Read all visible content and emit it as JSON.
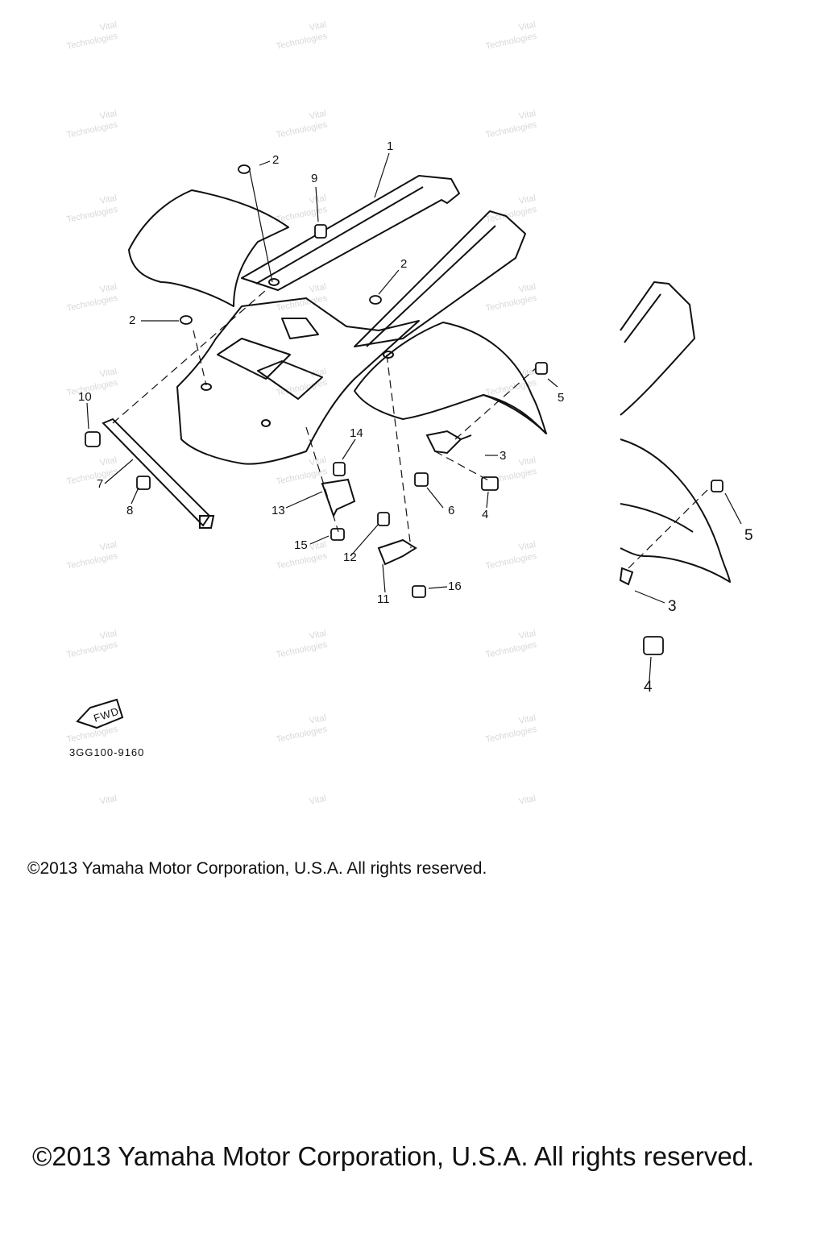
{
  "diagram": {
    "part_numbers": [
      "1",
      "2",
      "3",
      "4",
      "5",
      "6",
      "7",
      "8",
      "9",
      "10",
      "11",
      "12",
      "13",
      "14",
      "15",
      "16"
    ],
    "detail_labels": [
      "5",
      "3",
      "4"
    ],
    "drawing_code": "3GG100-9160",
    "fwd_label": "FWD"
  },
  "watermark": {
    "line1": "Vital",
    "line2": "Technologies"
  },
  "copyright_small": "©2013 Yamaha Motor Corporation, U.S.A. All rights reserved.",
  "copyright_large": "©2013 Yamaha Motor Corporation, U.S.A. All rights reserved."
}
